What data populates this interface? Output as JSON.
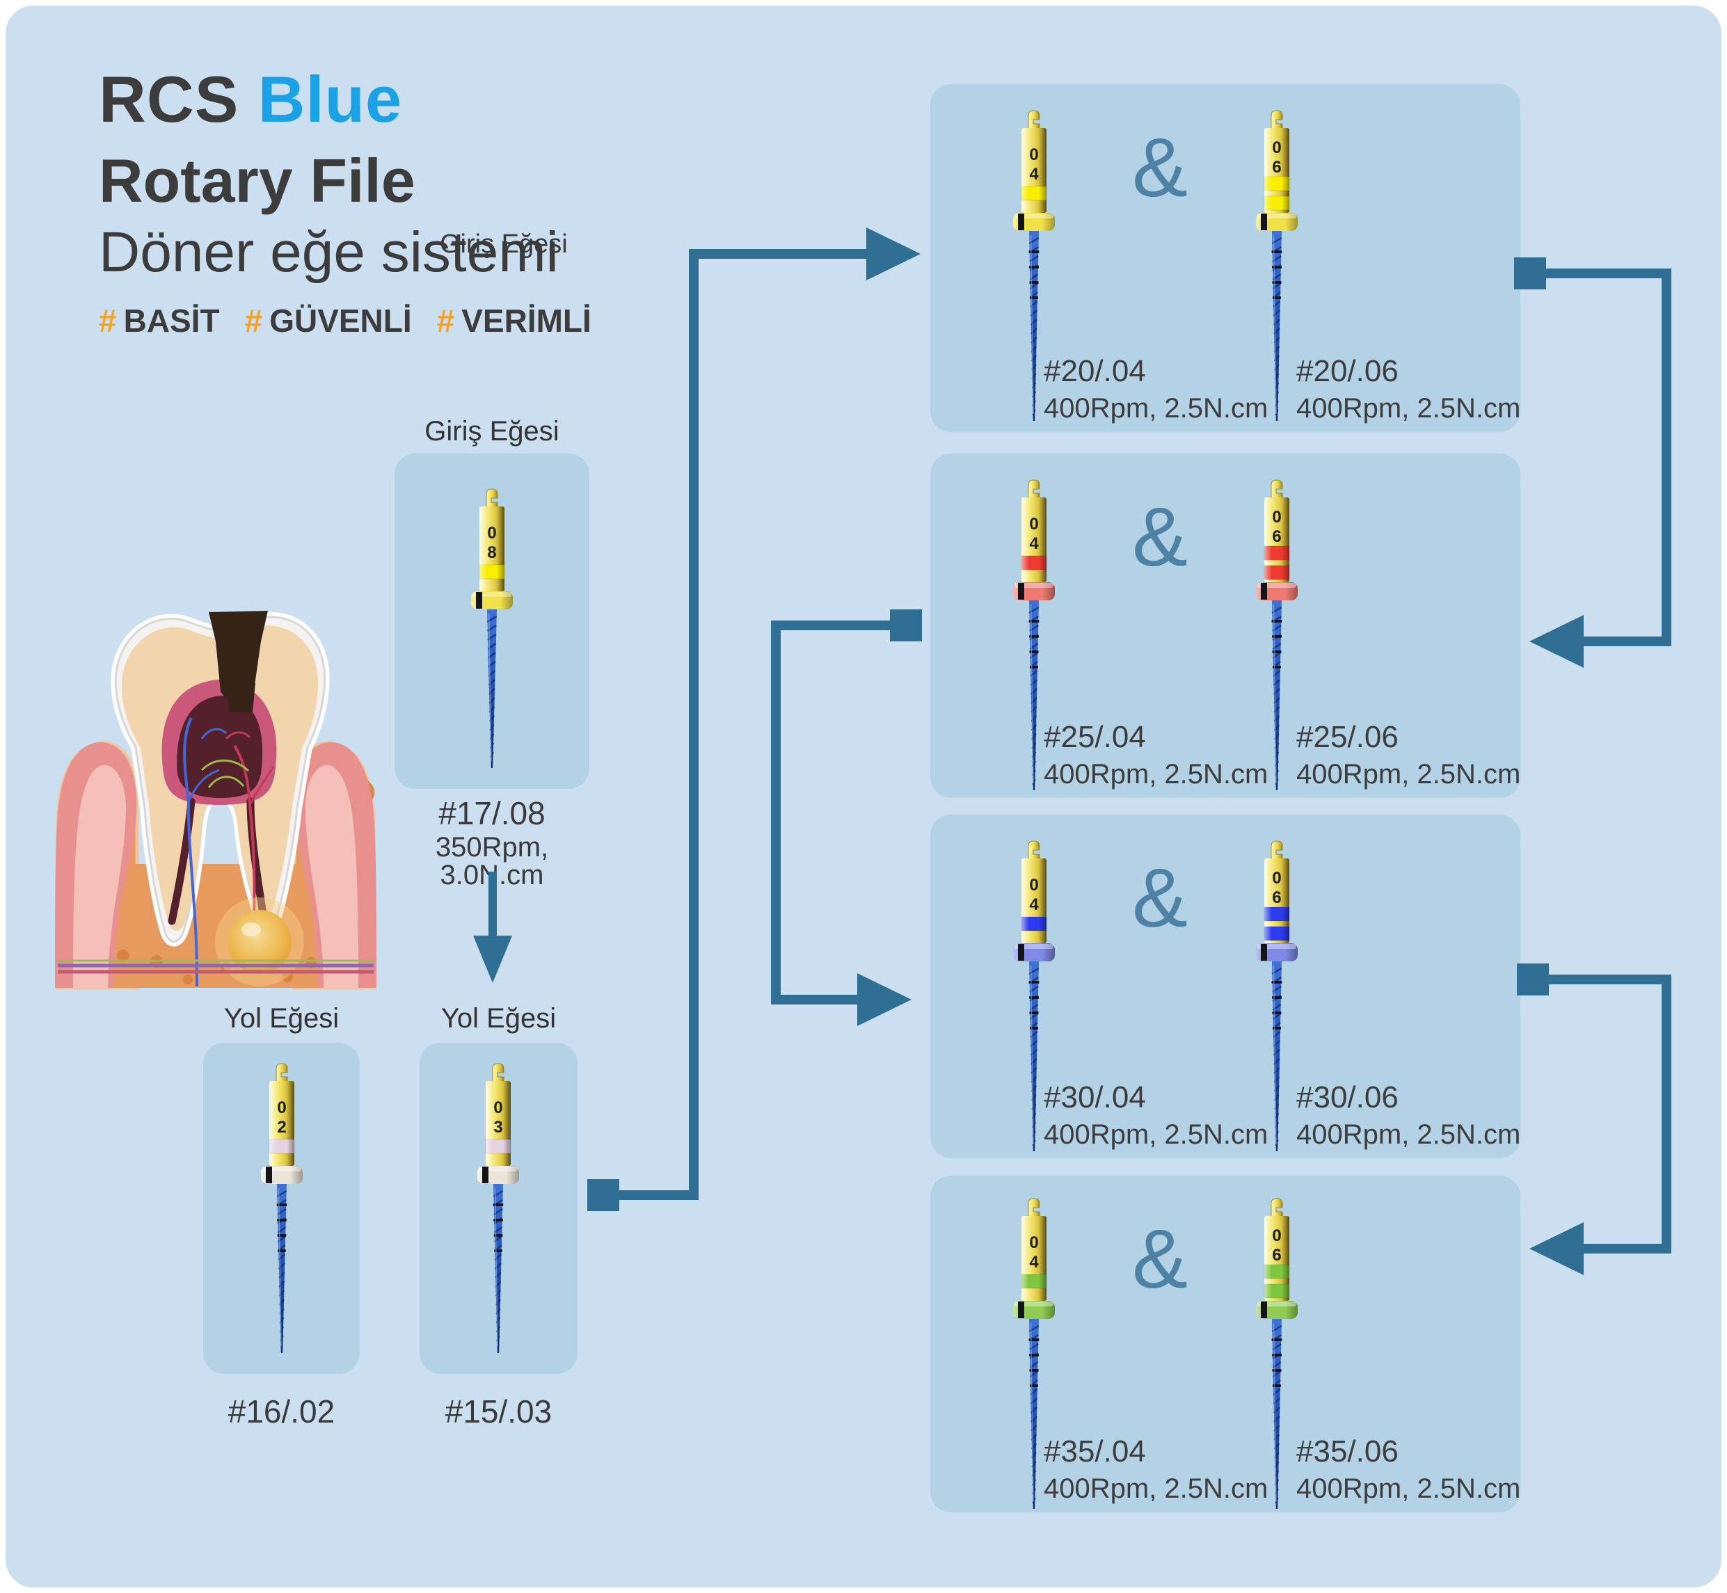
{
  "header": {
    "brand": "RCS",
    "brand_accent": "Blue",
    "product": "Rotary File",
    "product_tr": "Döner eğe sistemi",
    "stray_label": "Giriş Eğesi",
    "hashtags": [
      {
        "symbol": "#",
        "label": "BASİT"
      },
      {
        "symbol": "#",
        "label": "GÜVENLİ"
      },
      {
        "symbol": "#",
        "label": "VERİMLİ"
      }
    ]
  },
  "colors": {
    "background": "#cbdff0",
    "panel": "#b3d2e6",
    "connector": "#2f6f94",
    "accent_blue": "#1ba2e6",
    "hashtag_orange": "#f4a226",
    "ampersand": "#4e82a5",
    "text_dark": "#3c3c3c",
    "shaft_blue": "#2350b2",
    "handle_yellow": "#e3cf4a"
  },
  "entry_file": {
    "section_label": "Giriş Eğesi",
    "size_label": "#17/.08",
    "torque_label": "350Rpm, 3.0N.cm",
    "handle_digits": "08",
    "band_count": 1,
    "band_color": "#f8ee00",
    "collar_color": "#f0e04a",
    "has_depth_marks": false
  },
  "path_files": [
    {
      "section_label": "Yol Eğesi",
      "size_label": "#16/.02",
      "handle_digits": "02",
      "band_count": 1,
      "band_color": "#e6d3e2",
      "collar_color": "#ece4d9",
      "has_depth_marks": true
    },
    {
      "section_label": "Yol Eğesi",
      "size_label": "#15/.03",
      "handle_digits": "03",
      "band_count": 1,
      "band_color": "#e6d3e2",
      "collar_color": "#ece4d9",
      "has_depth_marks": true
    }
  ],
  "sequence_boxes": [
    {
      "joiner": "&",
      "files": [
        {
          "size_label": "#20/.04",
          "torque_label": "400Rpm, 2.5N.cm",
          "handle_digits": "04",
          "band_count": 1,
          "band_color": "#f8ee00",
          "collar_color": "#f0e04a",
          "has_depth_marks": true
        },
        {
          "size_label": "#20/.06",
          "torque_label": "400Rpm, 2.5N.cm",
          "handle_digits": "06",
          "band_count": 2,
          "band_color": "#f8ee00",
          "collar_color": "#f0e04a",
          "has_depth_marks": true
        }
      ]
    },
    {
      "joiner": "&",
      "files": [
        {
          "size_label": "#25/.04",
          "torque_label": "400Rpm, 2.5N.cm",
          "handle_digits": "04",
          "band_count": 1,
          "band_color": "#ee3a31",
          "collar_color": "#ef7a72",
          "has_depth_marks": true
        },
        {
          "size_label": "#25/.06",
          "torque_label": "400Rpm, 2.5N.cm",
          "handle_digits": "06",
          "band_count": 2,
          "band_color": "#ee3a31",
          "collar_color": "#ef7a72",
          "has_depth_marks": true
        }
      ]
    },
    {
      "joiner": "&",
      "files": [
        {
          "size_label": "#30/.04",
          "torque_label": "400Rpm, 2.5N.cm",
          "handle_digits": "04",
          "band_count": 1,
          "band_color": "#2c3bee",
          "collar_color": "#7f8ae4",
          "has_depth_marks": true
        },
        {
          "size_label": "#30/.06",
          "torque_label": "400Rpm, 2.5N.cm",
          "handle_digits": "06",
          "band_count": 2,
          "band_color": "#2c3bee",
          "collar_color": "#7f8ae4",
          "has_depth_marks": true
        }
      ]
    },
    {
      "joiner": "&",
      "files": [
        {
          "size_label": "#35/.04",
          "torque_label": "400Rpm, 2.5N.cm",
          "handle_digits": "04",
          "band_count": 1,
          "band_color": "#7dc63e",
          "collar_color": "#90cc52",
          "has_depth_marks": true
        },
        {
          "size_label": "#35/.06",
          "torque_label": "400Rpm, 2.5N.cm",
          "handle_digits": "06",
          "band_count": 2,
          "band_color": "#7dc63e",
          "collar_color": "#90cc52",
          "has_depth_marks": true
        }
      ]
    }
  ],
  "flow": {
    "arrows": [
      {
        "from": "#17/.08",
        "to": "Yol Eğesi"
      },
      {
        "from": "#15/.03",
        "to": "#20 pair"
      },
      {
        "from": "#20 pair",
        "to": "#25 pair"
      },
      {
        "from": "#25 pair",
        "to": "#30 pair"
      },
      {
        "from": "#30 pair",
        "to": "#35 pair"
      }
    ]
  },
  "illustration": {
    "name": "tooth-cross-section-with-caries-and-abscess"
  }
}
